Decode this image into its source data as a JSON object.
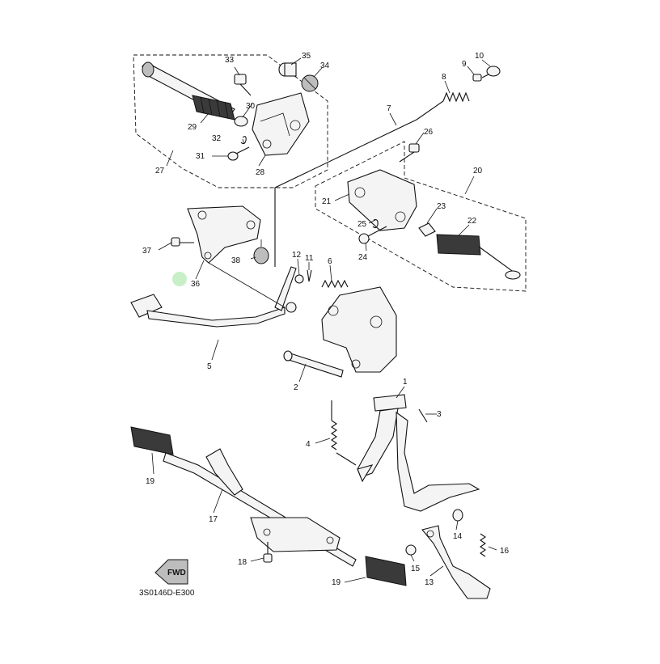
{
  "diagram": {
    "code": "3S0146D-E300",
    "fwd_badge": "FWD",
    "marker_color": "#c8efc8",
    "callouts": [
      "1",
      "2",
      "3",
      "4",
      "5",
      "6",
      "7",
      "8",
      "9",
      "10",
      "11",
      "12",
      "13",
      "14",
      "15",
      "16",
      "17",
      "18",
      "19",
      "19",
      "20",
      "21",
      "22",
      "23",
      "24",
      "25",
      "26",
      "27",
      "28",
      "29",
      "30",
      "31",
      "32",
      "33",
      "34",
      "35",
      "36",
      "37",
      "38"
    ]
  }
}
